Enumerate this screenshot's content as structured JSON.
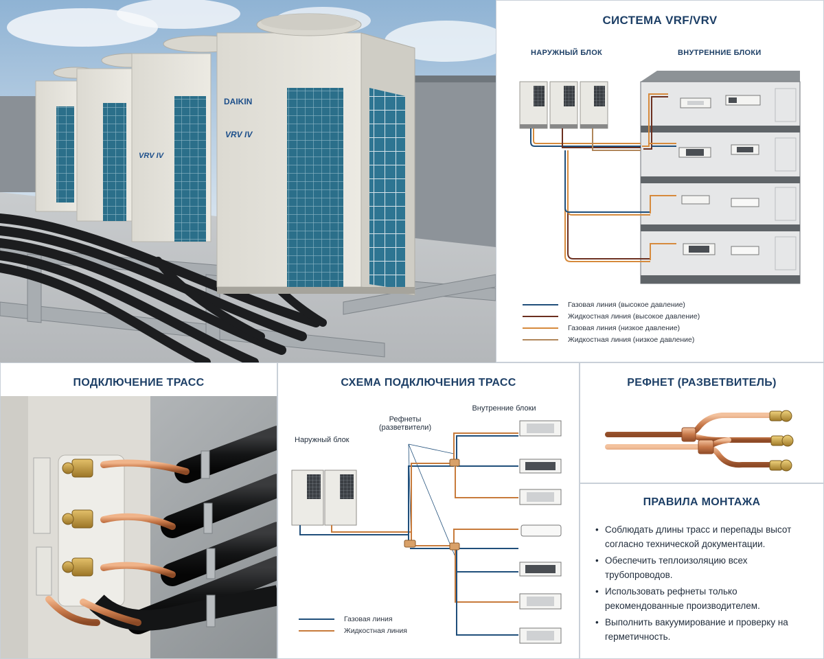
{
  "rooftop_photo": {
    "brand": "DAIKIN",
    "model": "VRV IV"
  },
  "vrf_diagram": {
    "title": "СИСТЕМА VRF/VRV",
    "outdoor_label": "НАРУЖНЫЙ БЛОК",
    "indoor_label": "ВНУТРЕННИЕ БЛОКИ",
    "legend": [
      {
        "label": "Газовая линия (высокое давление)",
        "color": "#1f4e7a"
      },
      {
        "label": "Жидкостная линия (высокое давление)",
        "color": "#6b2f1f"
      },
      {
        "label": "Газовая линия (низкое давление)",
        "color": "#d68a3c"
      },
      {
        "label": "Жидкостная линия (низкое давление)",
        "color": "#b0865a"
      }
    ]
  },
  "connection_photo": {
    "title": "ПОДКЛЮЧЕНИЕ ТРАСС"
  },
  "connection_diagram": {
    "title": "СХЕМА ПОДКЛЮЧЕНИЯ ТРАСС",
    "outdoor_label": "Наружный блок",
    "refnet_label_line1": "Рефнеты",
    "refnet_label_line2": "(разветвители)",
    "indoor_label": "Внутренние блоки",
    "legend": [
      {
        "label": "Газовая линия",
        "color": "#1f4e7a"
      },
      {
        "label": "Жидкостная линия",
        "color": "#c77a3a"
      }
    ]
  },
  "refnet": {
    "title": "РЕФНЕТ (РАЗВЕТВИТЕЛЬ)"
  },
  "rules": {
    "title": "ПРАВИЛА МОНТАЖА",
    "items": [
      "Соблюдать длины трасс и перепады высот согласно технической документации.",
      "Обеспечить теплоизоляцию всех трубопроводов.",
      "Использовать рефнеты только рекомендованные производителем.",
      "Выполнить вакуумирование и проверку на герметичность."
    ]
  },
  "colors": {
    "title": "#1d3f66",
    "gas": "#1f4e7a",
    "liquid": "#c77a3a",
    "copper": "#c8794a"
  }
}
